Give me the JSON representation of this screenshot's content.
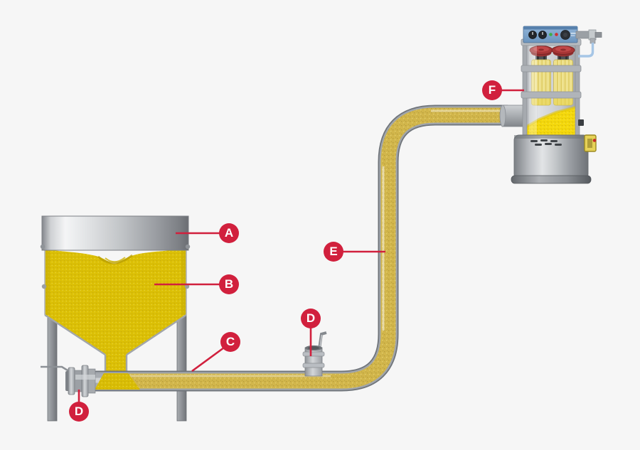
{
  "page": {
    "background_color": "#f6f6f6",
    "description_labels_visible": [
      "A",
      "B",
      "C",
      "D",
      "D",
      "E",
      "F"
    ]
  },
  "callouts": {
    "a": "A",
    "b": "B",
    "c": "C",
    "d_inlet": "D",
    "d_valve": "D",
    "e": "E",
    "f": "F"
  },
  "colors": {
    "callout_red": "#d1203d",
    "material_yellow": "#dcc005",
    "bright_material_yellow": "#f5d90c",
    "pipe_gray": "#9aa0a6",
    "steel_light": "#d9dcde",
    "control_box_blue": "#7aa3cc",
    "filter_cap_red": "#a83636",
    "filter_pleat_yellow": "#f2e795",
    "air_tube_blue": "#a6c6e6",
    "sensor_yellow": "#e6d257"
  }
}
